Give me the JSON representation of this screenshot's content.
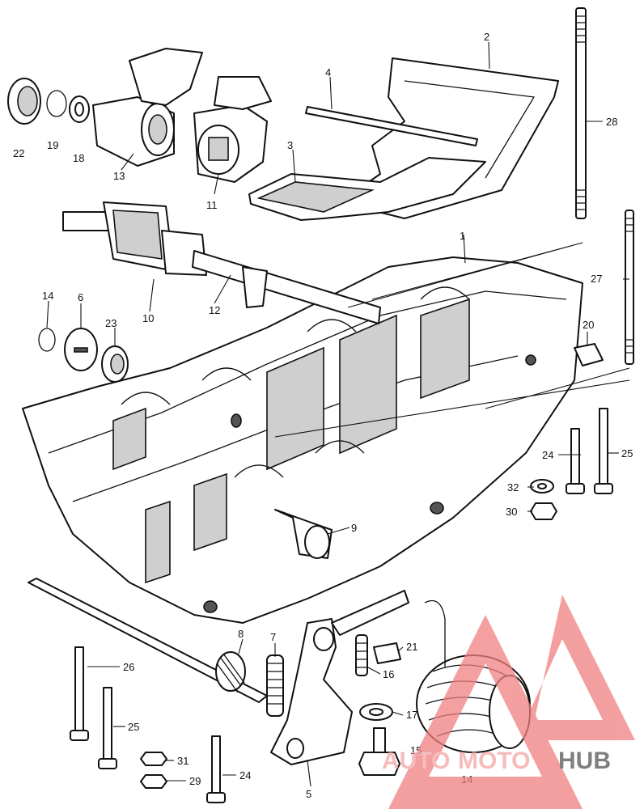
{
  "labels": {
    "p1": "1",
    "p2": "2",
    "p3": "3",
    "p4": "4",
    "p5": "5",
    "p6": "6",
    "p7": "7",
    "p8": "8",
    "p9": "9",
    "p10": "10",
    "p11": "11",
    "p12": "12",
    "p13": "13",
    "p14": "14",
    "p14b": "14",
    "p15": "15",
    "p16": "16",
    "p17": "17",
    "p18": "18",
    "p19": "19",
    "p20": "20",
    "p21": "21",
    "p22": "22",
    "p23": "23",
    "p24": "24",
    "p24b": "24",
    "p25": "25",
    "p25b": "25",
    "p26": "26",
    "p27": "27",
    "p28": "28",
    "p29": "29",
    "p30": "30",
    "p31": "31",
    "p32": "32"
  },
  "watermark": {
    "text_a": "AUTO",
    "text_b": "MOTO",
    "text_c": "HUB",
    "color_triangle": "#f08080",
    "color_text": "#555555"
  }
}
